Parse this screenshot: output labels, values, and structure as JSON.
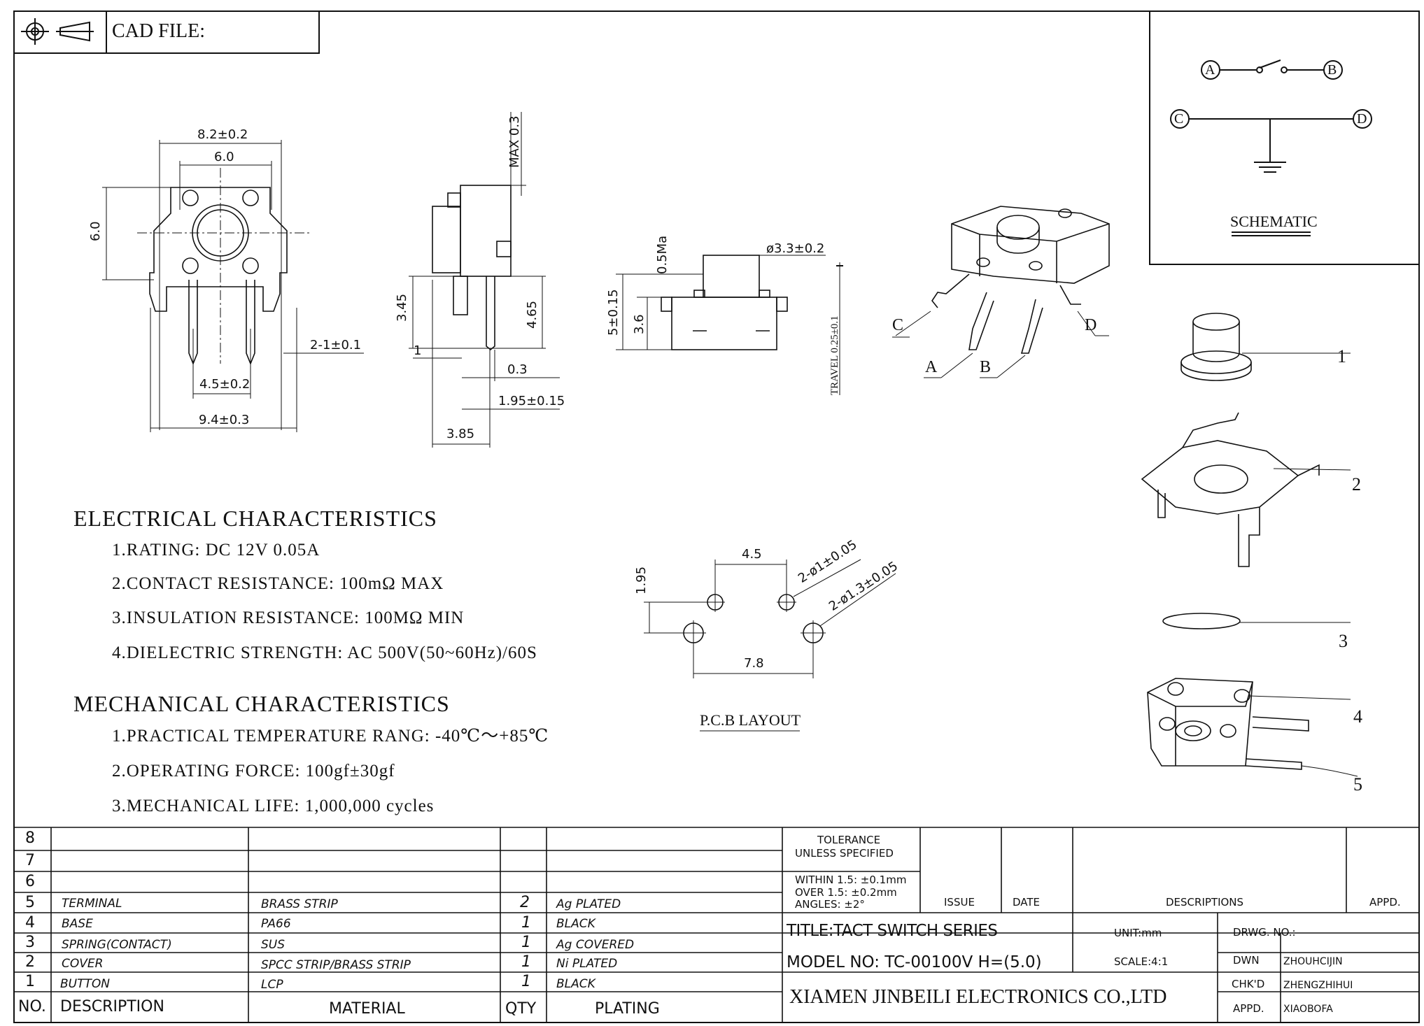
{
  "header": {
    "cad_file_label": "CAD FILE:"
  },
  "schematic": {
    "label": "SCHEMATIC",
    "pins": [
      "A",
      "B",
      "C",
      "D"
    ]
  },
  "dims_front": {
    "w_outer": "8.2±0.2",
    "w_inner": "6.0",
    "h": "6.0",
    "pin_spacing": "4.5±0.2",
    "overall": "9.4±0.3",
    "pin_width": "2-1±0.1"
  },
  "dims_side": {
    "max": "MAX 0.3",
    "h1": "3.45",
    "h2": "4.65",
    "t1": "1",
    "t2": "0.3",
    "t3": "1.95±0.15",
    "depth": "3.85"
  },
  "dims_mid": {
    "btn_dia": "ø3.3±0.2",
    "gap": "0.5Ma",
    "h_total": "5±0.15",
    "h_body": "3.6",
    "travel": "TRAVEL 0.25±0.1"
  },
  "iso_labels": {
    "c": "C",
    "d": "D",
    "a": "A",
    "b": "B"
  },
  "pcb": {
    "title": "P.C.B LAYOUT",
    "x1": "4.5",
    "y1": "1.95",
    "x2": "7.8",
    "hole_small": "2-ø1±0.05",
    "hole_large": "2-ø1.3±0.05"
  },
  "callouts": [
    "1",
    "2",
    "3",
    "4",
    "5"
  ],
  "electrical": {
    "title": "ELECTRICAL CHARACTERISTICS",
    "items": [
      "1.RATING: DC 12V 0.05A",
      "2.CONTACT RESISTANCE: 100mΩ MAX",
      "3.INSULATION RESISTANCE: 100MΩ MIN",
      "4.DIELECTRIC STRENGTH: AC 500V(50~60Hz)/60S"
    ]
  },
  "mechanical": {
    "title": "MECHANICAL CHARACTERISTICS",
    "items": [
      "1.PRACTICAL TEMPERATURE RANG: -40℃～+85℃",
      "2.OPERATING FORCE: 100gf±30gf",
      "3.MECHANICAL LIFE: 1,000,000 cycles"
    ]
  },
  "bom": {
    "headers": {
      "no": "NO.",
      "description": "DESCRIPTION",
      "material": "MATERIAL",
      "qty": "QTY",
      "plating": "PLATING"
    },
    "empty_rows": [
      "8",
      "7",
      "6"
    ],
    "rows": [
      {
        "no": "5",
        "description": "TERMINAL",
        "material": "BRASS STRIP",
        "qty": "2",
        "plating": "Ag PLATED"
      },
      {
        "no": "4",
        "description": "BASE",
        "material": "PA66",
        "qty": "1",
        "plating": "BLACK"
      },
      {
        "no": "3",
        "description": "SPRING(CONTACT)",
        "material": "SUS",
        "qty": "1",
        "plating": "Ag COVERED"
      },
      {
        "no": "2",
        "description": "COVER",
        "material": "SPCC STRIP/BRASS STRIP",
        "qty": "1",
        "plating": "Ni PLATED"
      },
      {
        "no": "1",
        "description": "BUTTON",
        "material": "LCP",
        "qty": "1",
        "plating": "BLACK"
      }
    ]
  },
  "title_block": {
    "tolerance_title": "TOLERANCE",
    "tolerance_sub": "UNLESS SPECIFIED",
    "within": "WITHIN 1.5: ±0.1mm",
    "over": "OVER 1.5:  ±0.2mm",
    "angles": "ANGLES: ±2°",
    "issue": "ISSUE",
    "date": "DATE",
    "descriptions": "DESCRIPTIONS",
    "appd_col": "APPD.",
    "title": "TITLE:TACT SWITCH SERIES",
    "model": "MODEL NO: TC-00100V H=(5.0)",
    "company": "XIAMEN JINBEILI ELECTRONICS CO.,LTD",
    "unit": "UNIT:mm",
    "scale": "SCALE:4:1",
    "drwg_no": "DRWG. NO.:",
    "dwn_label": "DWN",
    "dwn": "ZHOUHCIJIN",
    "chkd_label": "CHK'D",
    "chkd": "ZHENGZHIHUI",
    "appd_label": "APPD.",
    "appd": "XIAOBOFA"
  }
}
